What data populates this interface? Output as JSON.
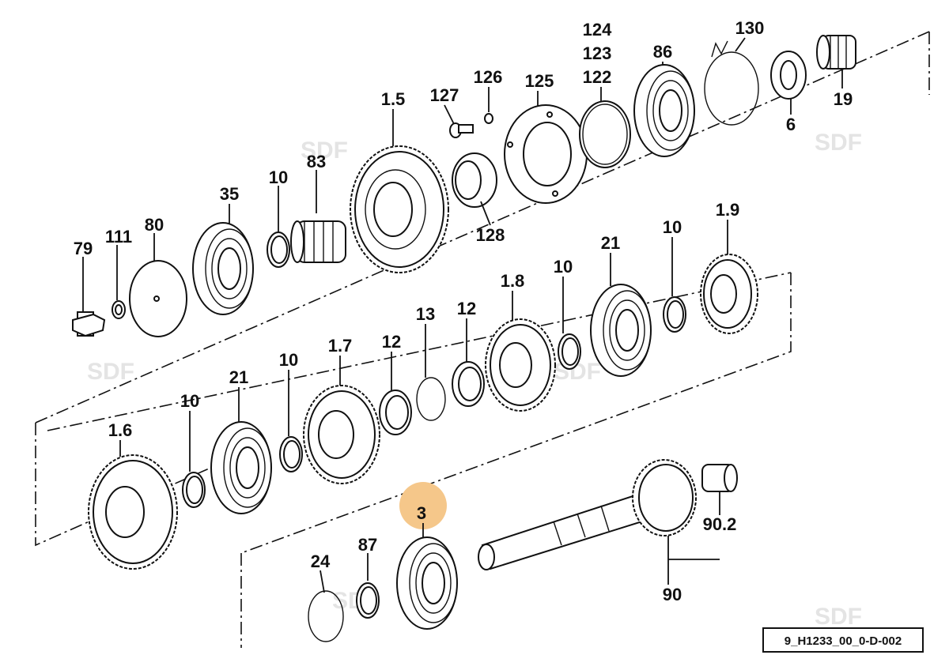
{
  "diagram": {
    "title": "Gearbox shaft exploded parts diagram",
    "reference_code": "9_H1233_00_0-D-002",
    "watermark": "SDF",
    "highlight_color": "#F5C78A",
    "highlighted_part": "3",
    "labels": {
      "p79": "79",
      "p111": "111",
      "p80": "80",
      "p35": "35",
      "p10_a": "10",
      "p83": "83",
      "p1_5": "1.5",
      "p127": "127",
      "p126": "126",
      "p128": "128",
      "p125": "125",
      "p124": "124",
      "p123": "123",
      "p122": "122",
      "p86": "86",
      "p130": "130",
      "p6": "6",
      "p19": "19",
      "p1_9": "1.9",
      "p10_b": "10",
      "p21_a": "21",
      "p10_c": "10",
      "p1_8": "1.8",
      "p12_a": "12",
      "p13": "13",
      "p12_b": "12",
      "p1_7": "1.7",
      "p10_d": "10",
      "p21_b": "21",
      "p10_e": "10",
      "p1_6": "1.6",
      "p3": "3",
      "p24": "24",
      "p87": "87",
      "p90_2": "90.2",
      "p90": "90"
    }
  }
}
